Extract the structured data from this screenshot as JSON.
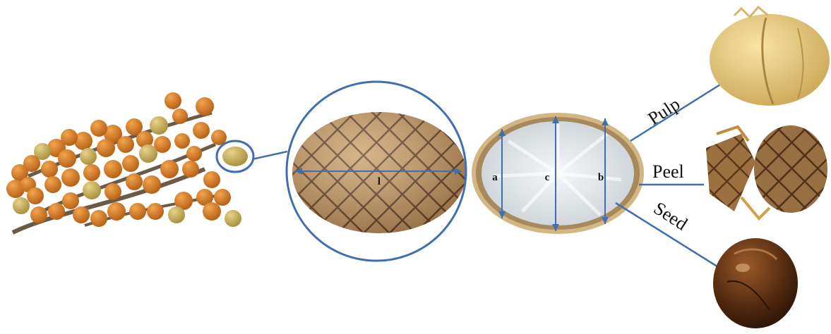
{
  "measurements": {
    "length": "l",
    "width_a": "a",
    "width_c": "c",
    "width_b": "b"
  },
  "parts": {
    "pulp": "Pulp",
    "peel": "Peel",
    "seed": "Seed"
  },
  "colors": {
    "connector": "#3f6fb0",
    "fruit_orange": "#d9822b",
    "scale_brown": "#c79a63",
    "pulp_cream": "#ecd48a",
    "seed_brown": "#5a2f12",
    "flesh_white": "#e8ecef"
  }
}
